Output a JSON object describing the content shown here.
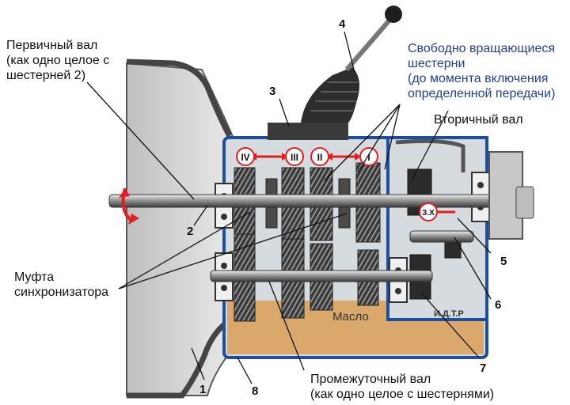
{
  "labels": {
    "primary_shaft": [
      "Первичный вал",
      "(как одно целое с",
      "шестерней 2)"
    ],
    "free_gears": [
      "Свободно вращающиеся",
      "шестерни",
      "(до момента включения",
      "определенной передачи)"
    ],
    "secondary_shaft": "Вторичный вал",
    "synchro_clutch": [
      "Муфта",
      "синхронизатора"
    ],
    "intermediate_shaft": [
      "Промежуточный вал",
      "(как одно целое с шестернями)"
    ],
    "oil": "Масло",
    "publisher": "И.Д.Т.Р",
    "reverse": "З.Х"
  },
  "gear_marks": [
    "IV",
    "III",
    "II",
    "I"
  ],
  "numbers": [
    "1",
    "2",
    "3",
    "4",
    "5",
    "6",
    "7",
    "8"
  ],
  "colors": {
    "housing_outline": "#1d4f9c",
    "casing_fill": "#d6dbe0",
    "oil_fill": "#d9a86a",
    "gear_dark": "#2b2b2b",
    "arrow_red": "#e02020",
    "text_blue": "#1f3f9a"
  }
}
